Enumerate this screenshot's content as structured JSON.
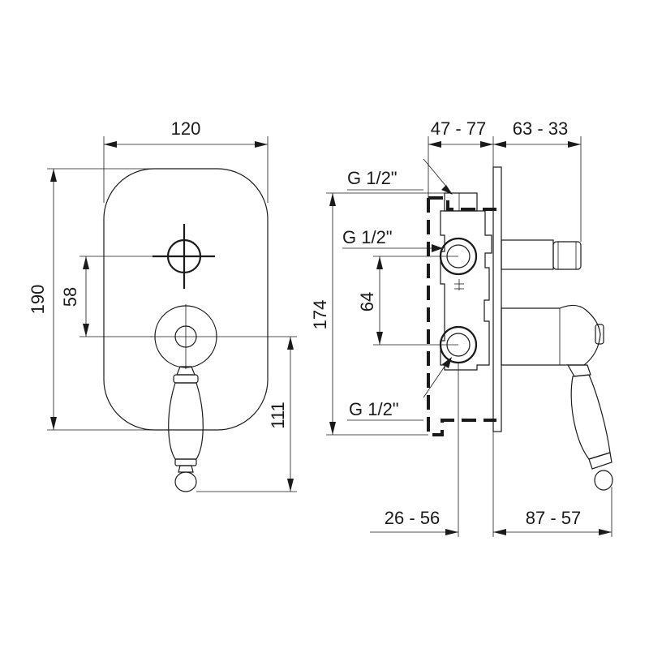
{
  "front_view": {
    "width": "120",
    "height": "190",
    "spindle_spacing": "58",
    "lever_drop": "111"
  },
  "side_view": {
    "depth_range_top_left": "47 - 77",
    "depth_range_top_right": "63 - 33",
    "overall_height": "174",
    "port_spacing": "64",
    "depth_range_bottom_left": "26 - 56",
    "depth_range_bottom_right": "87 - 57",
    "port_label_top": "G 1/2\"",
    "port_label_middle": "G 1/2\"",
    "port_label_bottom": "G 1/2\""
  }
}
